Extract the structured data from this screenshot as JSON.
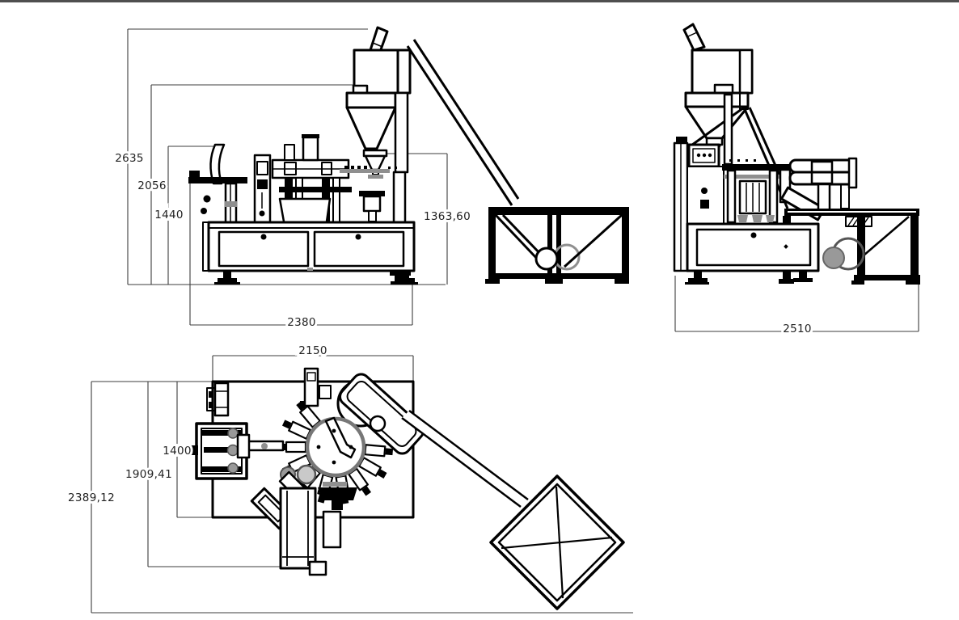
{
  "colors": {
    "line": "#000000",
    "dim": "#3c3c3c",
    "gray": "#8f8f8f"
  },
  "dimensions": {
    "front_total_height": "2635",
    "front_upper_height": "2056",
    "front_arm_height": "1440",
    "front_discharge_height": "1363,60",
    "front_base_width": "2380",
    "side_total_width": "2510",
    "top_width": "2150",
    "top_depth_inner": "1400",
    "top_depth_mid": "1909,41",
    "top_depth_total": "2389,12"
  }
}
